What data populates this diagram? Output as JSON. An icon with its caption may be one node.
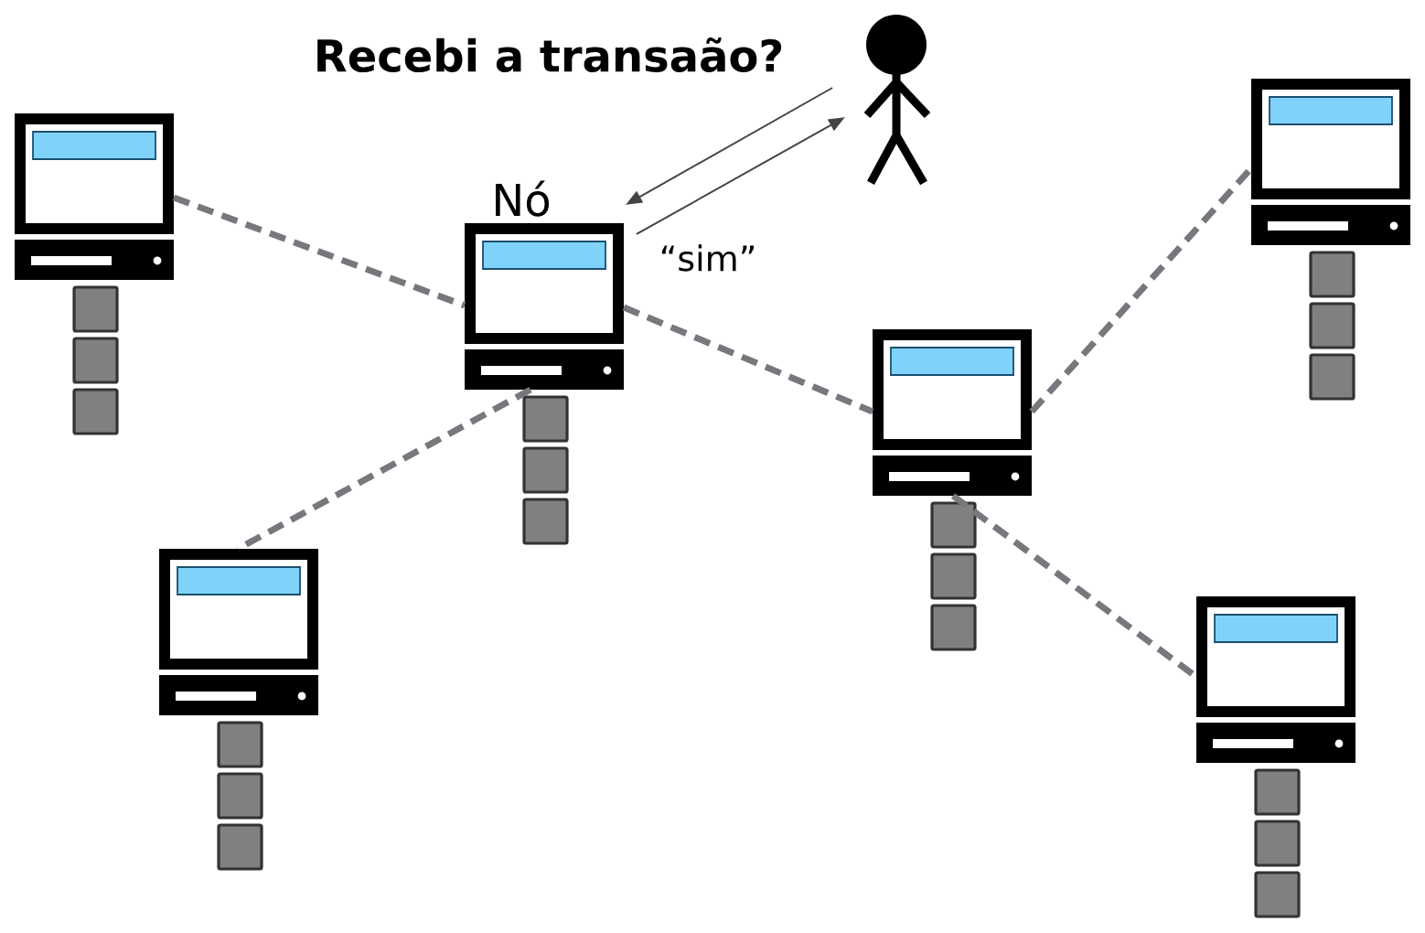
{
  "diagram": {
    "nodes": [
      {
        "text": [],
        "shape": "computer"
      },
      {
        "text": [
          "Nó"
        ]
      },
      {
        "text": [],
        "shape": "person"
      },
      {
        "text": [],
        "shape": "computer"
      },
      {
        "text": [],
        "shape": "computer"
      },
      {
        "text": [],
        "shape": "computer"
      },
      {
        "text": [],
        "shape": "computer"
      }
    ],
    "edges": [
      {
        "from": 0,
        "to": 1,
        "arrow": "none",
        "style": "dashed"
      },
      {
        "from": 1,
        "to": 4,
        "arrow": "none",
        "style": "dashed"
      },
      {
        "from": 1,
        "to": 3,
        "arrow": "none",
        "style": "dashed"
      },
      {
        "from": 3,
        "to": 5,
        "arrow": "none",
        "style": "dashed"
      },
      {
        "from": 3,
        "to": 6,
        "arrow": "none",
        "style": "dashed"
      },
      {
        "from": 2,
        "to": 1,
        "arrow": "to",
        "label": "Recebi a transaão?",
        "color": "#444444"
      },
      {
        "from": 1,
        "to": 2,
        "arrow": "to",
        "label": "“sim”",
        "color": "#444444"
      }
    ]
  }
}
